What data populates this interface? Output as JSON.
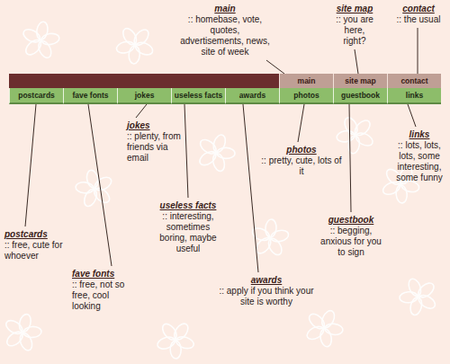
{
  "diagram": {
    "nodes": [
      {
        "text": [
          "main"
        ]
      },
      {
        "text": [
          "site map"
        ]
      },
      {
        "text": [
          "contact"
        ]
      },
      {
        "text": [
          "postcards"
        ]
      },
      {
        "text": [
          "fave fonts"
        ]
      },
      {
        "text": [
          "jokes"
        ]
      },
      {
        "text": [
          "useless facts"
        ]
      },
      {
        "text": [
          "awards"
        ]
      },
      {
        "text": [
          "photos"
        ]
      },
      {
        "text": [
          "guestbook"
        ]
      },
      {
        "text": [
          "links"
        ]
      }
    ],
    "labels": [
      "main",
      ":: homebase, vote, quotes, advertisements, news, site of week",
      "site map",
      ":: you are here, right?",
      "contact",
      ":: the usual",
      "jokes",
      ":: plenty, from friends via email",
      "links",
      ":: lots, lots, lots, some interesting, some funny",
      "photos",
      ":: pretty, cute, lots of it",
      "useless facts",
      ":: interesting, sometimes boring, maybe useful",
      "guestbook",
      ":: begging, anxious for you to sign",
      "postcards",
      ":: free, cute for whoever",
      "fave fonts",
      ":: free, not so free, cool looking",
      "awards",
      ":: apply if you think your site is worthy"
    ]
  }
}
